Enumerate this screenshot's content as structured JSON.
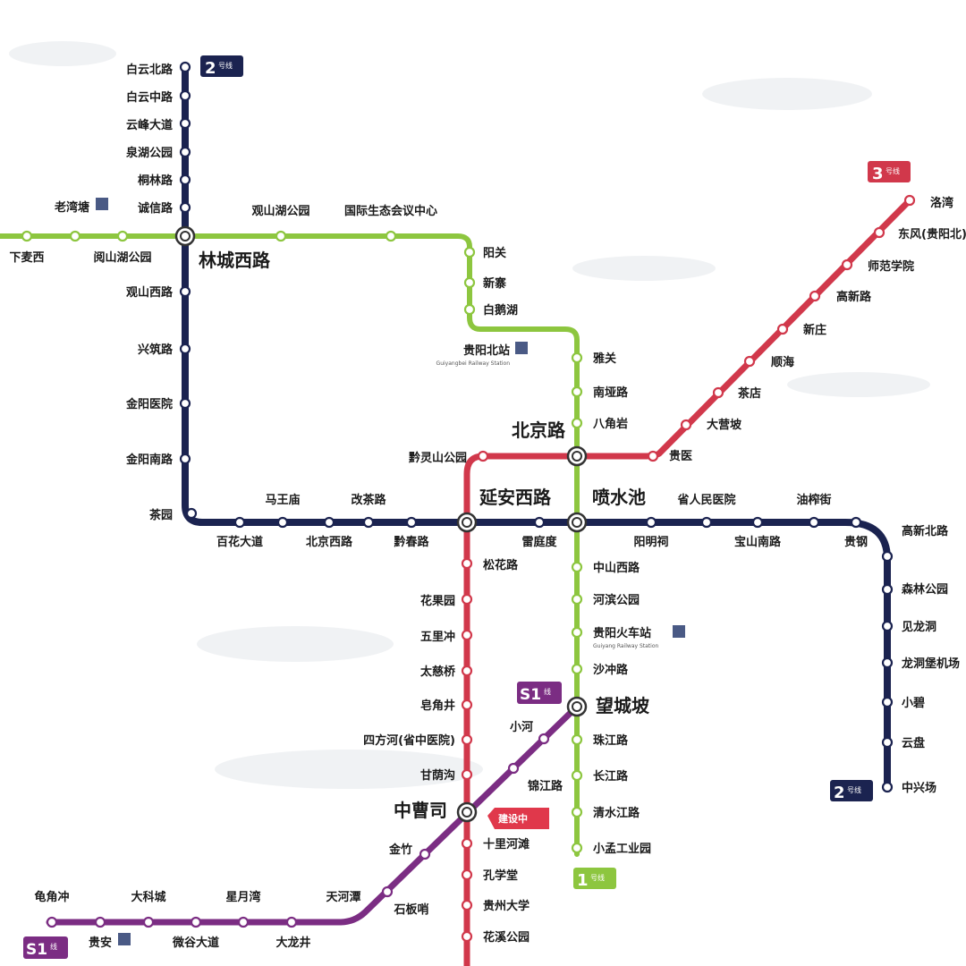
{
  "colors": {
    "line1": "#8dc63f",
    "line2": "#1b2350",
    "line3": "#d1384b",
    "lineS1": "#7b2d83",
    "construction_tag": "#e0384b"
  },
  "badges": {
    "line2_top": {
      "label": "2",
      "suffix": "号线"
    },
    "line3": {
      "label": "3",
      "suffix": "号线"
    },
    "s1_left": {
      "label": "S1",
      "suffix": "线"
    },
    "s1_mid": {
      "label": "S1",
      "suffix": "线"
    },
    "line2_bottom": {
      "label": "2",
      "suffix": "号线"
    },
    "line1": {
      "label": "1",
      "suffix": "号线"
    },
    "construction": {
      "label": "建设中"
    }
  },
  "stations": {
    "baiyunbeilu": "白云北路",
    "baiyunzhonglu": "白云中路",
    "yunfengdadao": "云峰大道",
    "quanhugongyuan": "泉湖公园",
    "tonglinlu": "桐林路",
    "chengxinlu": "诚信路",
    "laowanchang": "老湾塘",
    "xiamaixi": "下麦西",
    "minshanhugongyuan": "阅山湖公园",
    "guanshanhugongyuan": "观山湖公园",
    "guojishengtai": "国际生态会议中心",
    "linchengxilu": "林城西路",
    "guanshanxilu": "观山西路",
    "xingzhulu": "兴筑路",
    "jinyangyiyuan": "金阳医院",
    "jinyangnanlu": "金阳南路",
    "chayuan": "茶园",
    "yangguan": "阳关",
    "xinzhai": "新寨",
    "baiehu": "白鹅湖",
    "guiyangbeizhan": "贵阳北站",
    "guiyangbeizhan_sub": "Guiyangbei Railway Station",
    "yanguan": "雅关",
    "nanyalu": "南垭路",
    "bajiaoyan": "八角岩",
    "beijinglu": "北京路",
    "qianlingshangongyuan": "黔灵山公园",
    "yananxilu": "延安西路",
    "penshuichi": "喷水池",
    "shengrenminyiyuan": "省人民医院",
    "youzhajie": "油榨街",
    "mawangmiao": "马王庙",
    "gaichalu": "改茶路",
    "baihuadadao": "百花大道",
    "beijingxilu": "北京西路",
    "qianchunlu": "黔春路",
    "leitingdu": "雷庭度",
    "yangmingci": "阳明祠",
    "baoshannanlu": "宝山南路",
    "guigang": "贵钢",
    "songhualu": "松花路",
    "huaguotian": "花果园",
    "wulichong": "五里冲",
    "taicipian": "太慈桥",
    "huangjiaojing": "皂角井",
    "sifanghe": "四方河(省中医院)",
    "ganyinggou": "甘荫沟",
    "zhongcaosi": "中曹司",
    "jinzhu": "金竹",
    "shiliheran": "十里河滩",
    "shibanshao": "石板哨",
    "kongxuetang": "孔学堂",
    "guizhoudaxue": "贵州大学",
    "huaxigongyuan": "花溪公园",
    "zhongshanxilu": "中山西路",
    "hebingongyuan": "河滨公园",
    "guiyanghuochezhan": "贵阳火车站",
    "guiyanghuochezhan_sub": "Guiyang Railway Station",
    "shachonglu": "沙冲路",
    "wangchengpo": "望城坡",
    "zhujianglu": "珠江路",
    "changjianglu": "长江路",
    "qingshuijiang": "清水江路",
    "xiaomeng": "小孟工业园",
    "xiaohe": "小河",
    "jinjianglu": "锦江路",
    "tianhetan": "天河潭",
    "xingyuewan": "星月湾",
    "dakecheng": "大科城",
    "guijiaochong": "龟角冲",
    "guian": "贵安",
    "weiguyongdadao": "微谷大道",
    "dalongjing": "大龙井",
    "luowan": "洛湾",
    "dongfeng": "东风(贵阳北)",
    "shifanxueyuan": "师范学院",
    "gaoxinlu": "高新路",
    "xinzhuang": "新庄",
    "shunhai": "顺海",
    "chadian": "茶店",
    "dayingpo": "大营坡",
    "jiaoyuan": "贵医",
    "gaoxinbeilu": "高新北路",
    "senlingongyuan": "森林公园",
    "jianlongdong": "见龙洞",
    "longdongbao": "龙洞堡机场",
    "xiaobi": "小碧",
    "yungai": "云盘",
    "zhongxingchang": "中兴场"
  }
}
